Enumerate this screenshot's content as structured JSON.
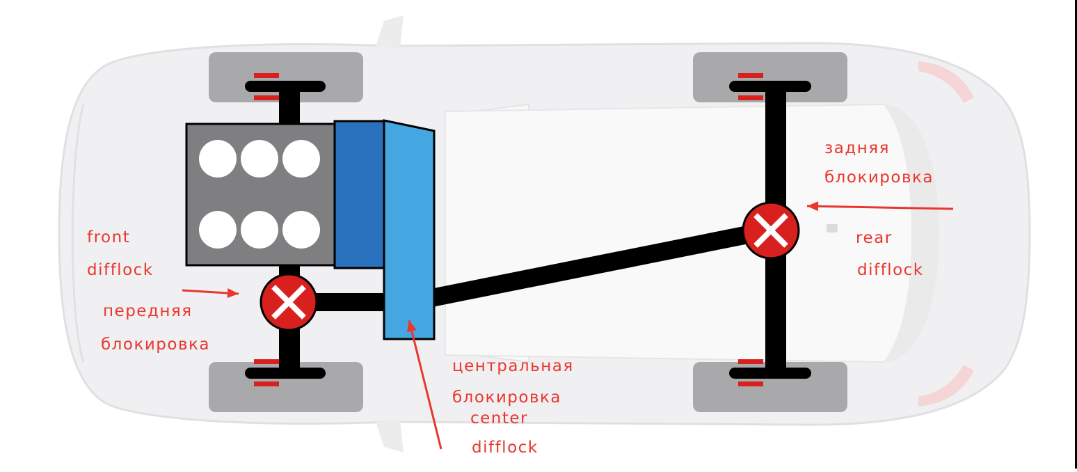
{
  "colors": {
    "annotation": "#e8372e",
    "engine": "#7f7f82",
    "gearbox": "#2a72be",
    "transfer_case": "#45a7e2",
    "differential": "#d8201e",
    "wheel": "#a9a9ab",
    "shaft": "#000000",
    "car_body": "#e6e6e8"
  },
  "icons": {
    "differential": "x-circle-icon",
    "cylinder": "circle-icon"
  },
  "labels": {
    "front_en": [
      "front",
      "difflock"
    ],
    "front_ru": [
      "передняя",
      "блокировка"
    ],
    "rear_en": [
      "rear",
      "difflock"
    ],
    "rear_ru": [
      "задняя",
      "блокировка"
    ],
    "center_ru": [
      "центральная",
      "блокировка"
    ],
    "center_en": [
      "center",
      "difflock"
    ]
  }
}
